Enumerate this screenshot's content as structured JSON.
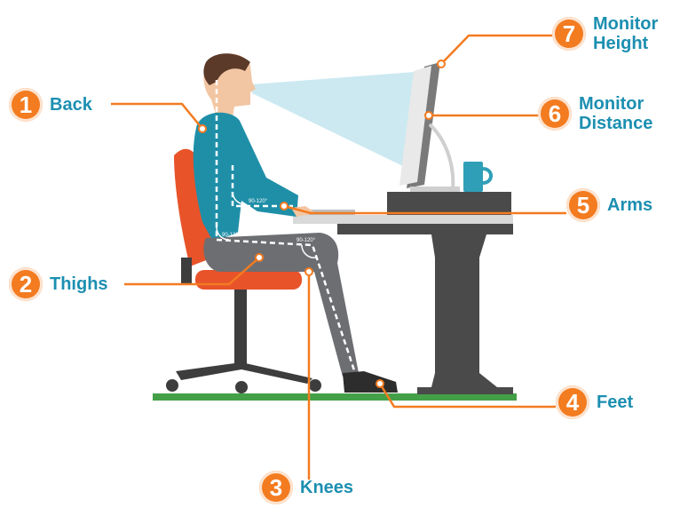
{
  "callouts": [
    {
      "num": "1",
      "label": "Back"
    },
    {
      "num": "2",
      "label": "Thighs"
    },
    {
      "num": "3",
      "label": "Knees"
    },
    {
      "num": "4",
      "label": "Feet"
    },
    {
      "num": "5",
      "label": "Arms"
    },
    {
      "num": "6",
      "label_line1": "Monitor",
      "label_line2": "Distance"
    },
    {
      "num": "7",
      "label_line1": "Monitor",
      "label_line2": "Height"
    }
  ],
  "angle_marks": {
    "elbow": "90-120°",
    "hip": "90-120°",
    "knee": "90-120°"
  },
  "colors": {
    "accent": "#f37b20",
    "label": "#1c8fb1",
    "shirt": "#1f8fa8",
    "pants": "#6d6e72",
    "seat": "#e8532a",
    "floor": "#43a047",
    "desk": "#4a4a4a",
    "sightline": "#bfe3ee"
  },
  "icons": [
    "person-figure",
    "office-chair-icon",
    "desk-icon",
    "monitor-icon",
    "mug-icon",
    "keyboard-icon"
  ]
}
